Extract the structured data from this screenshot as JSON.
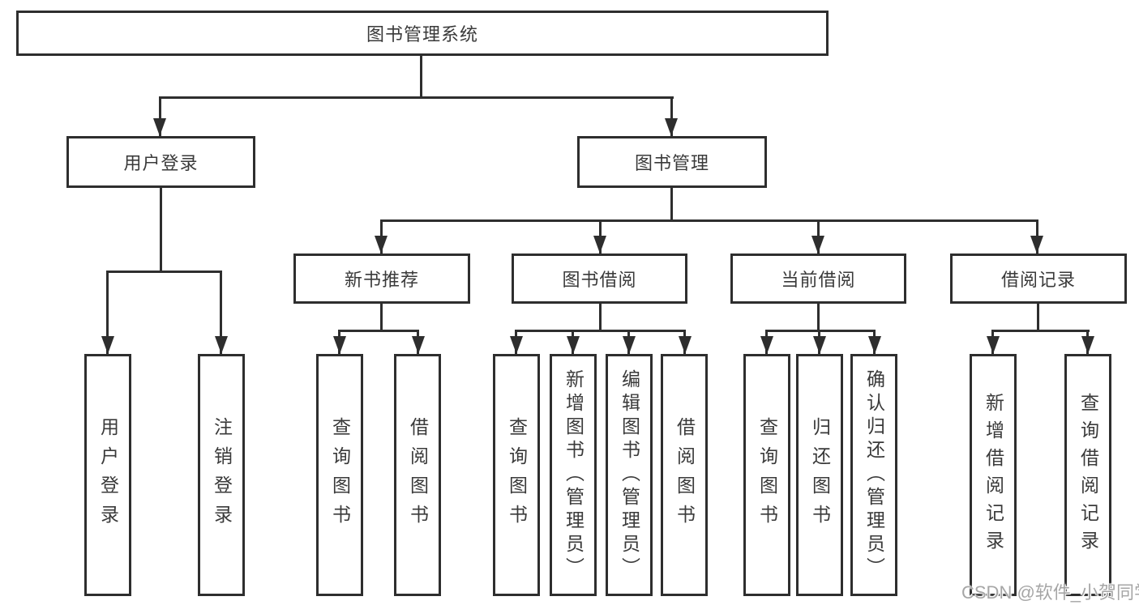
{
  "root": {
    "label": "图书管理系统"
  },
  "level2": [
    {
      "label": "用户登录"
    },
    {
      "label": "图书管理"
    }
  ],
  "level3": [
    {
      "label": "新书推荐"
    },
    {
      "label": "图书借阅"
    },
    {
      "label": "当前借阅"
    },
    {
      "label": "借阅记录"
    }
  ],
  "leaves": {
    "userLogin": [
      {
        "label": "用户登录"
      },
      {
        "label": "注销登录"
      }
    ],
    "newBook": [
      {
        "label": "查询图书"
      },
      {
        "label": "借阅图书"
      }
    ],
    "bookBorrow": [
      {
        "label": "查询图书"
      },
      {
        "label": "新增图书（管理员）"
      },
      {
        "label": "编辑图书（管理员）"
      },
      {
        "label": "借阅图书"
      }
    ],
    "currentBorrow": [
      {
        "label": "查询图书"
      },
      {
        "label": "归还图书"
      },
      {
        "label": "确认归还（管理员）"
      }
    ],
    "borrowRecord": [
      {
        "label": "新增借阅记录"
      },
      {
        "label": "查询借阅记录"
      }
    ]
  },
  "watermark": {
    "text": "CSDN @软件_小贺同学"
  },
  "colors": {
    "line": "#2e2e2e",
    "text": "#3a3a3a",
    "watermark_text": "#9e9e9e",
    "background": "#ffffff"
  }
}
